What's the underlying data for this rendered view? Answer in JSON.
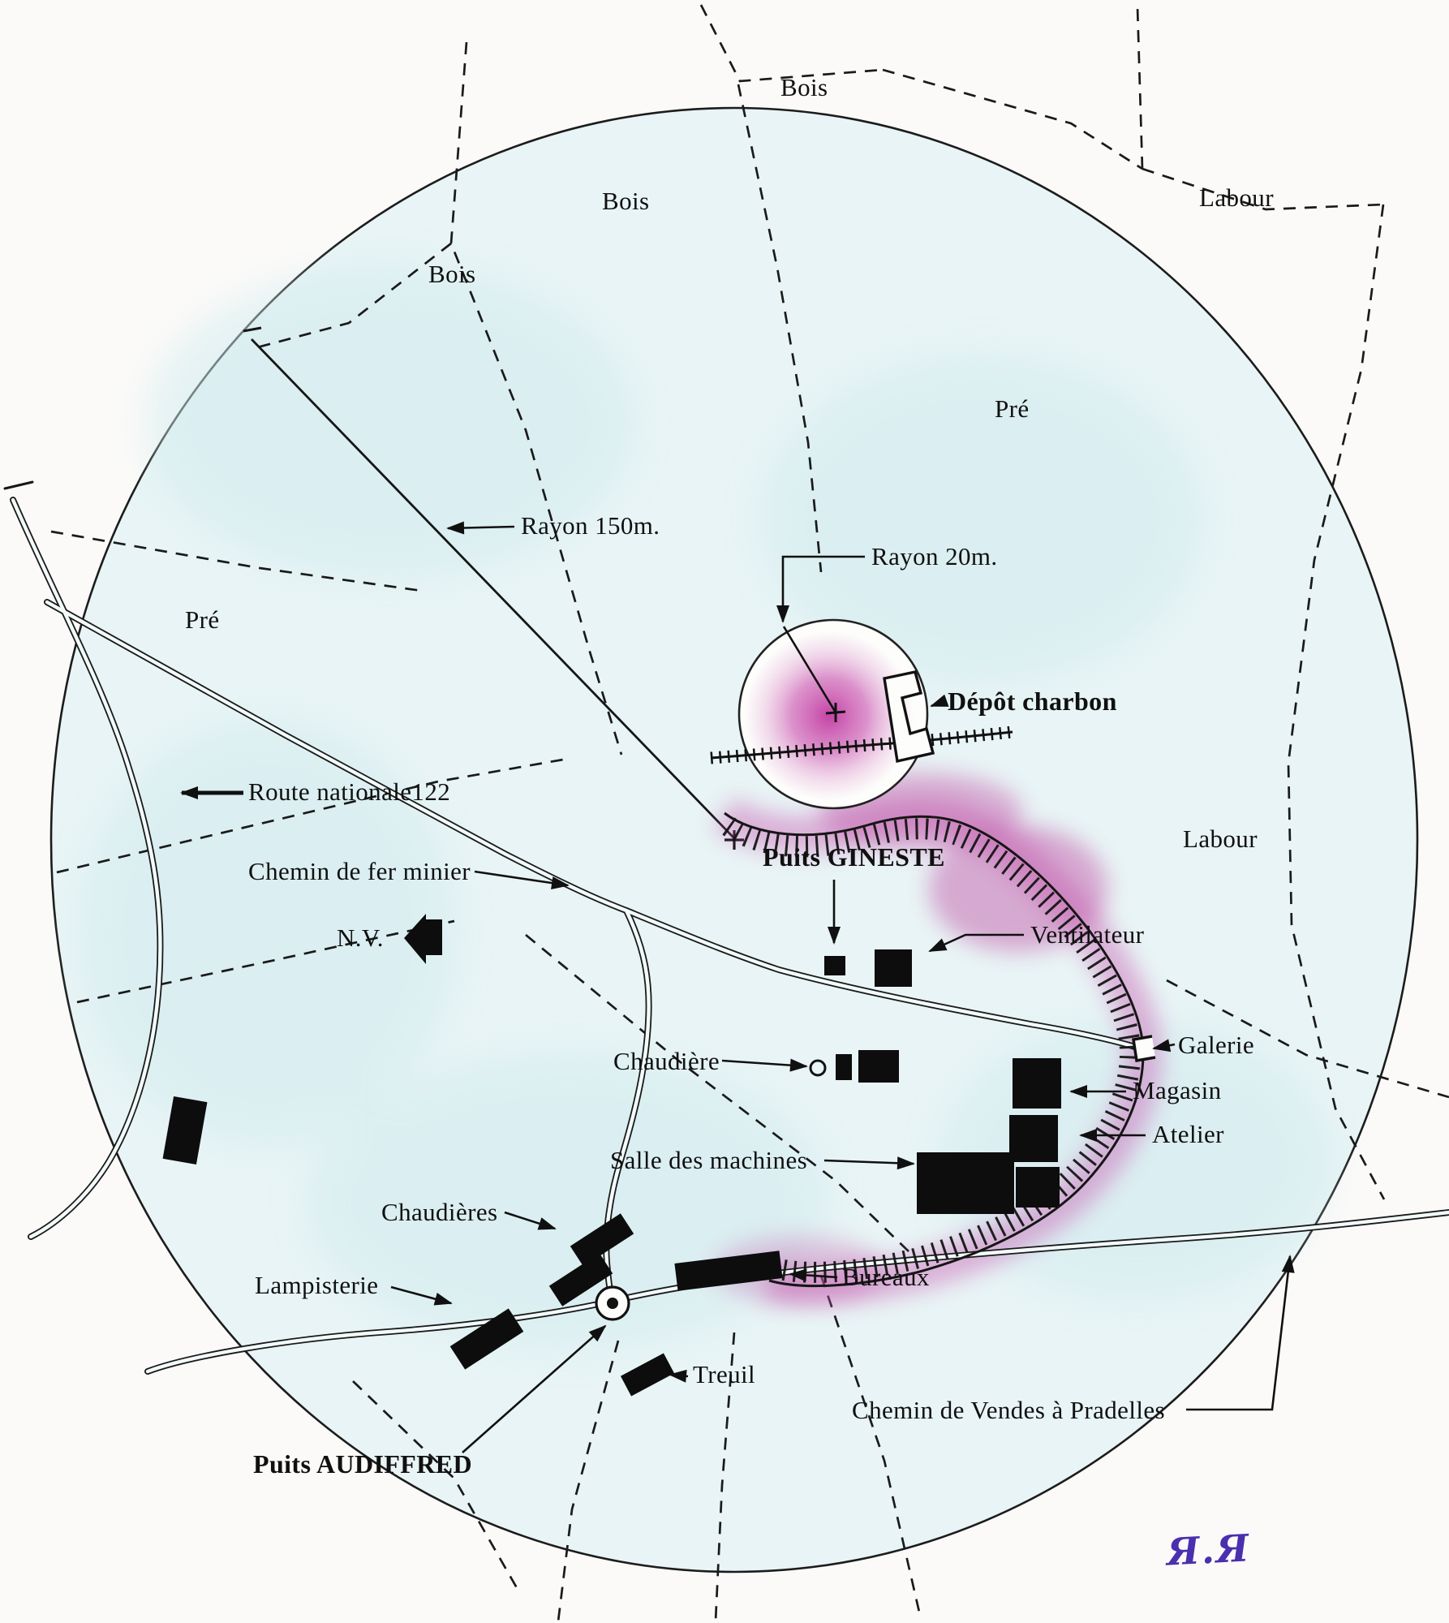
{
  "labels": {
    "bois_1": "Bois",
    "bois_2": "Bois",
    "bois_3": "Bois",
    "labour_1": "Labour",
    "labour_2": "Labour",
    "pre_1": "Pré",
    "pre_2": "Pré",
    "rayon_150": "Rayon 150m.",
    "rayon_20": "Rayon 20m.",
    "depot_charbon": "Dépôt charbon",
    "chemin_fer": "Chemin de fer minier",
    "nv": "N.V.",
    "route_nationale": "Route nationale122",
    "puits_gineste": "Puits GINESTE",
    "ventilateur": "Ventilateur",
    "galerie": "Galerie",
    "magasin": "Magasin",
    "atelier": "Atelier",
    "chaudiere": "Chaudière",
    "salle_machines": "Salle des machines",
    "chaudieres": "Chaudières",
    "lampisterie": "Lampisterie",
    "bureaux": "Bureaux",
    "treuil": "Treuil",
    "puits_audiffred": "Puits AUDIFFRED",
    "chemin_vendes": "Chemin de Vendes à Pradelles",
    "signature": "Я.Я"
  },
  "colors": {
    "paper": "#fbfaf8",
    "ink": "#141414",
    "wash_blue": "#e8f4f5",
    "wash_magenta": "#c653ae",
    "signature_ink": "#4a2fae"
  }
}
